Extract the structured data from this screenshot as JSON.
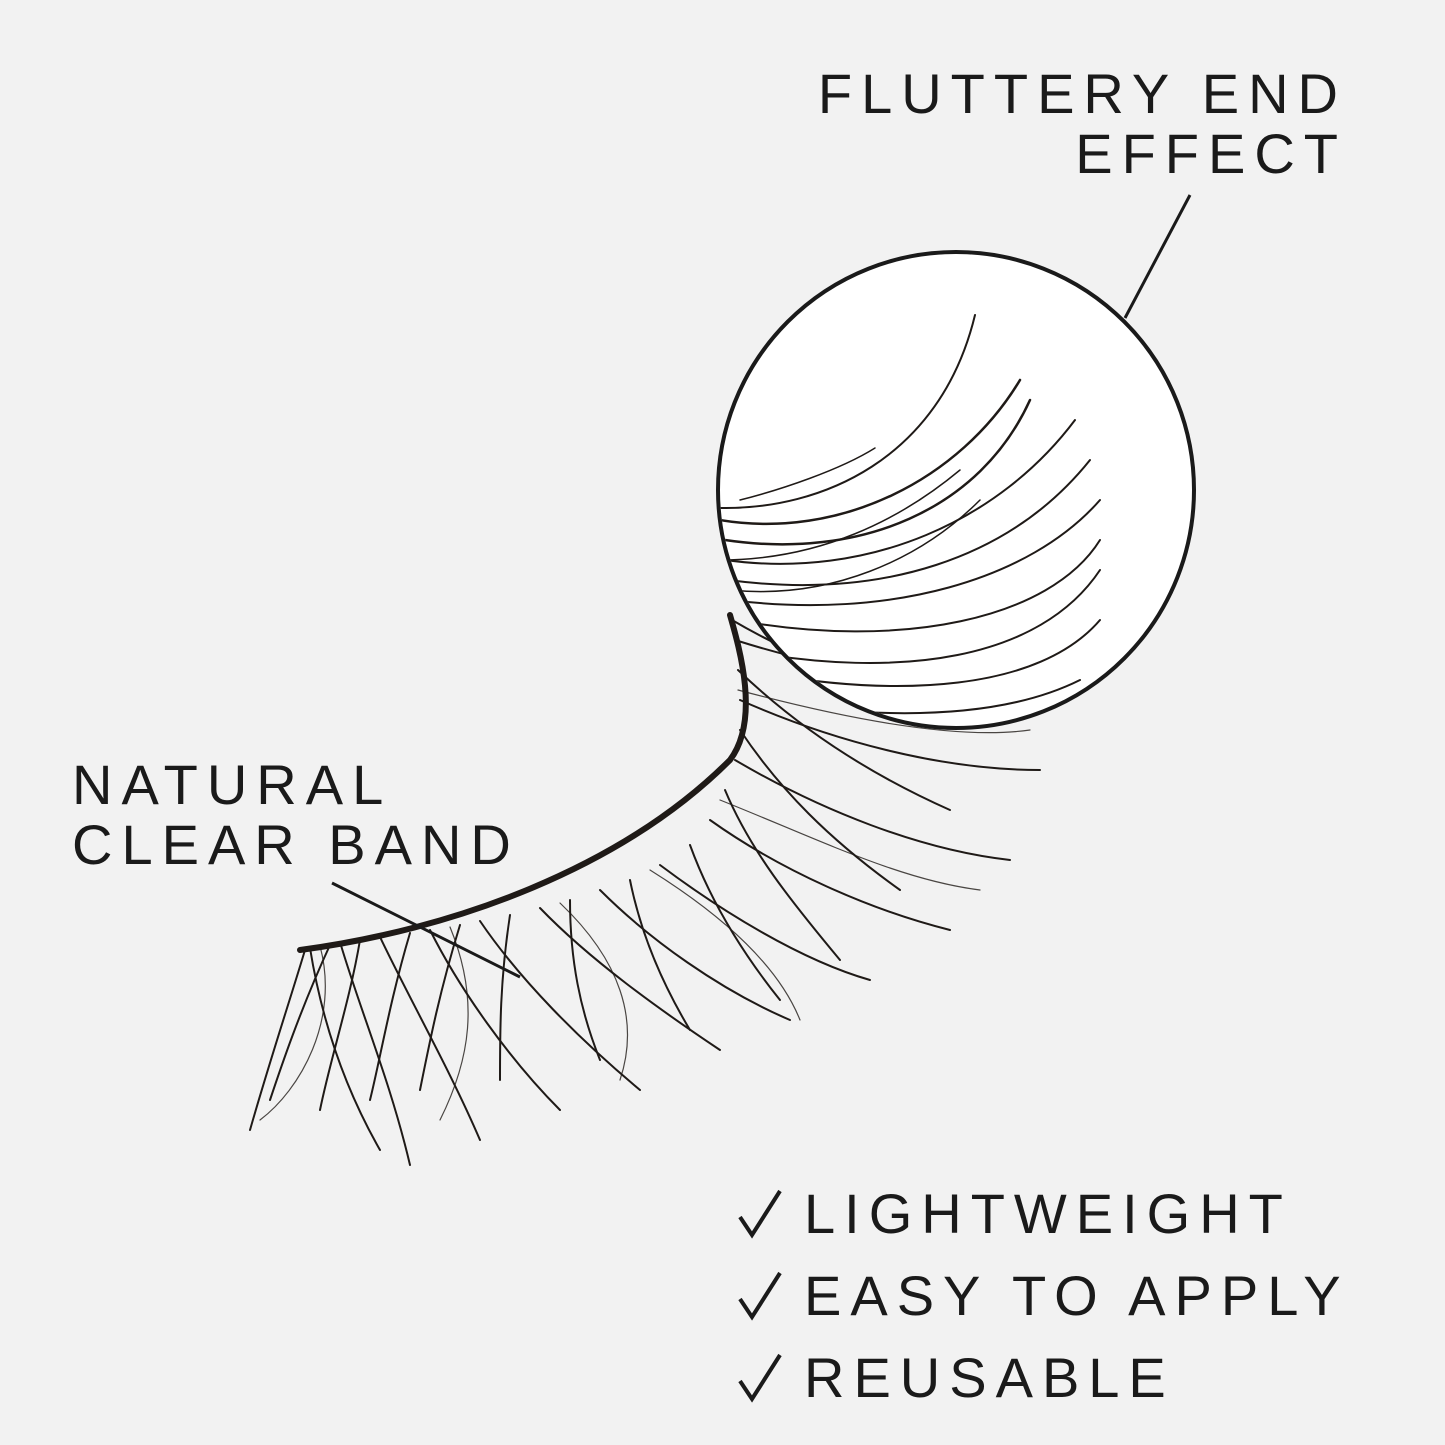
{
  "callouts": {
    "fluttery": {
      "line1": "FLUTTERY END",
      "line2": "EFFECT"
    },
    "natural": {
      "line1": "NATURAL",
      "line2": "CLEAR BAND"
    }
  },
  "features": [
    {
      "icon": "checkmark-icon",
      "label": "LIGHTWEIGHT"
    },
    {
      "icon": "checkmark-icon",
      "label": "EASY TO APPLY"
    },
    {
      "icon": "checkmark-icon",
      "label": "REUSABLE"
    }
  ],
  "colors": {
    "background": "#f2f2f2",
    "text": "#1a1a1a",
    "lash": "#1f1a17",
    "zoom_circle_fill": "#ffffff"
  }
}
